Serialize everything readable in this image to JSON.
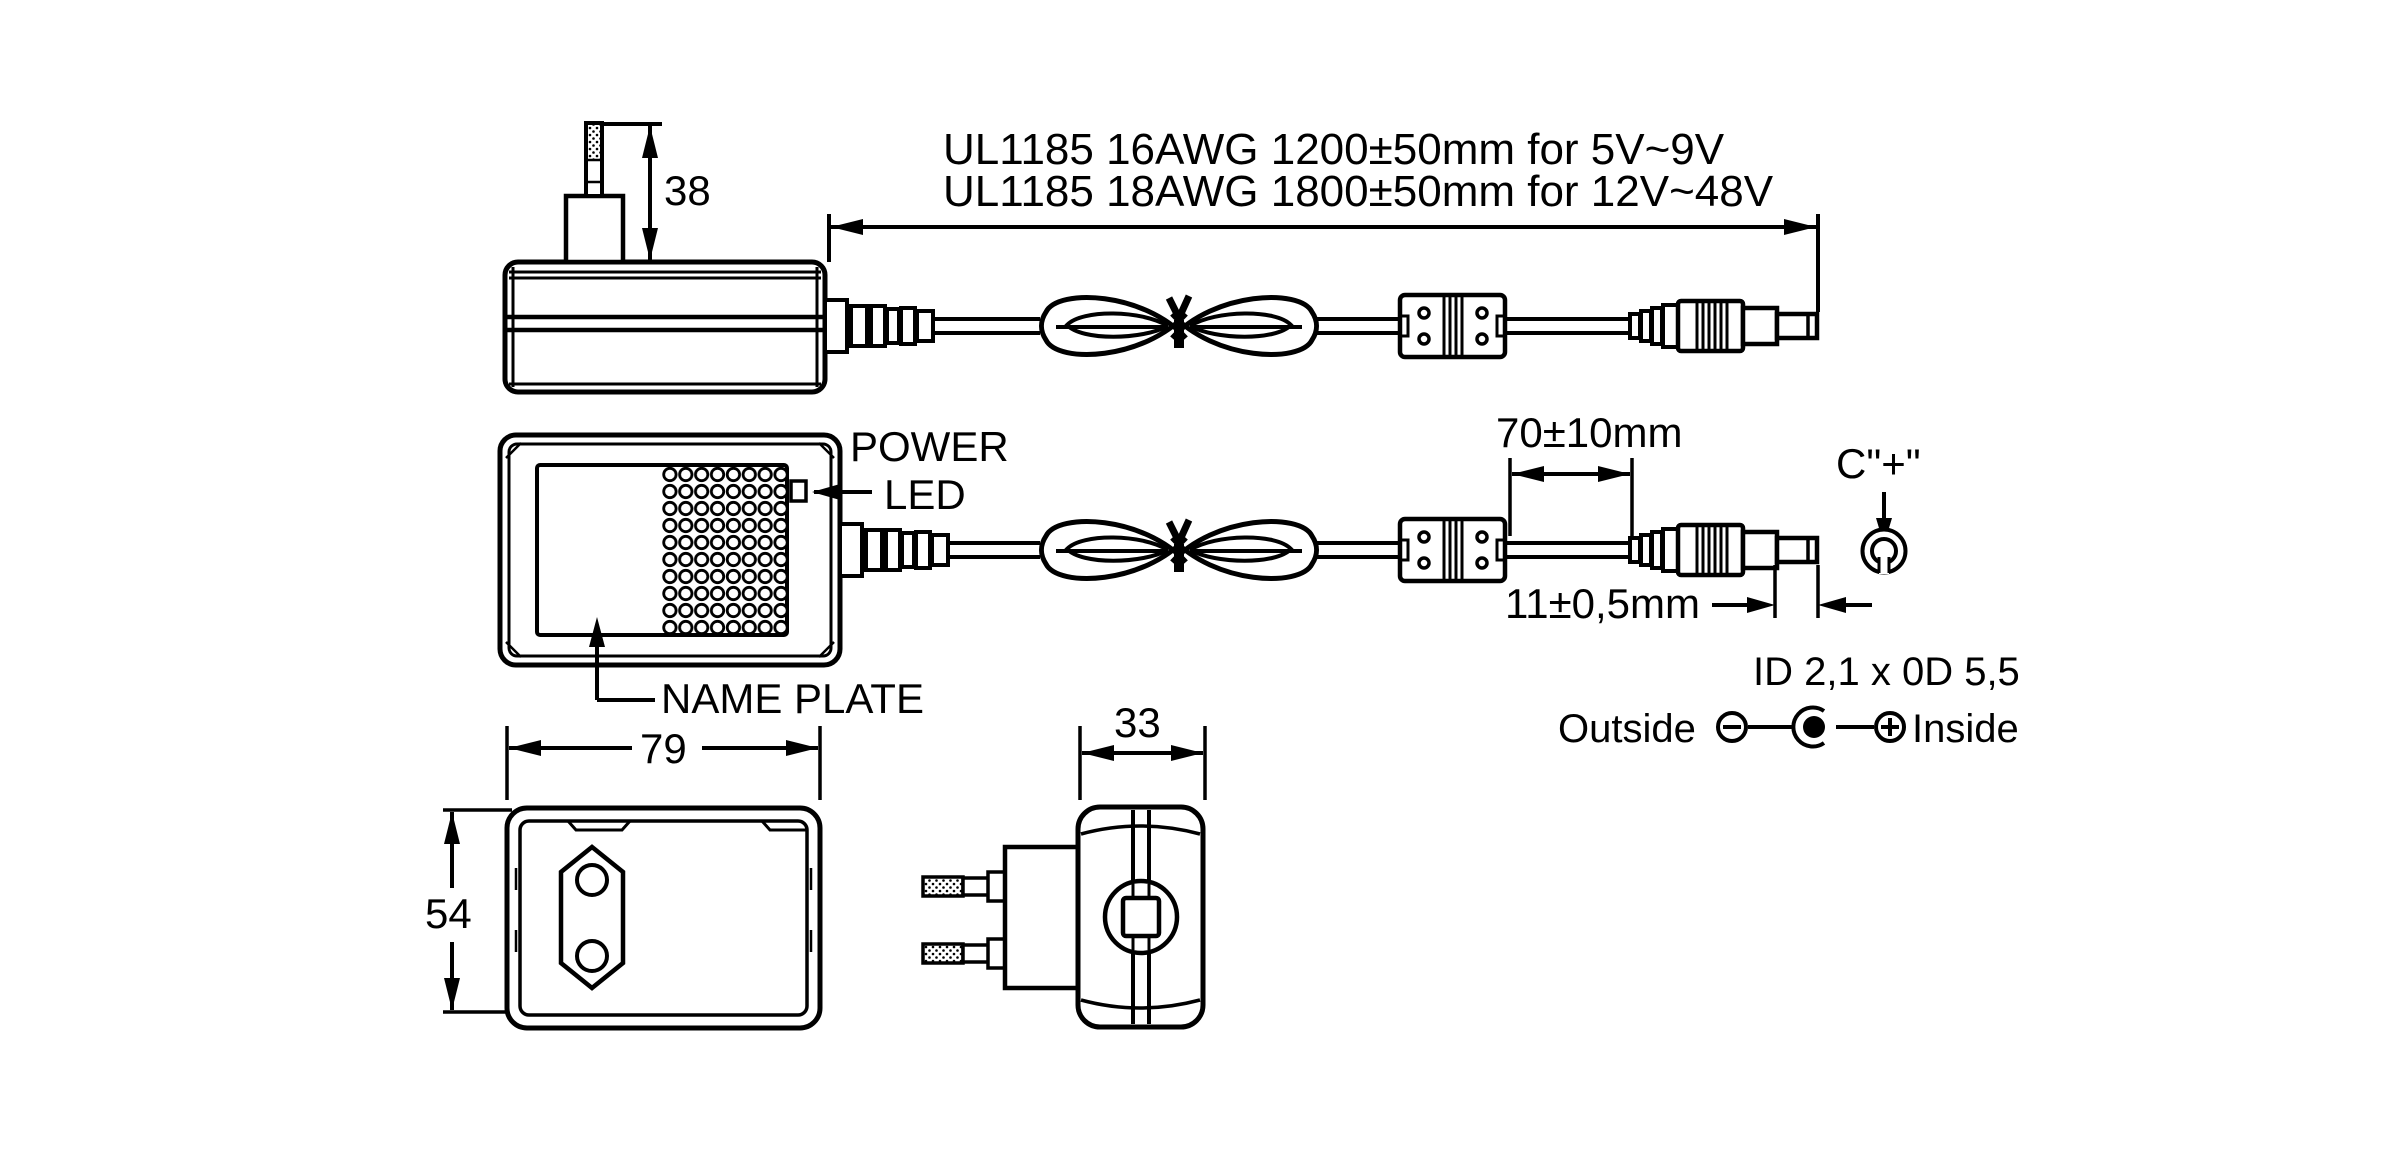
{
  "title": "AC power adapter mechanical drawing",
  "colors": {
    "line": "#000000",
    "background": "#ffffff"
  },
  "labels": {
    "spec_line1": "UL1185 16AWG 1200±50mm for 5V~9V",
    "spec_line2": "UL1185 18AWG 1800±50mm for 12V~48V",
    "pin_height": "38",
    "power": "POWER",
    "led": "LED",
    "name_plate": "NAME PLATE",
    "ferrite_to_plug": "70±10mm",
    "barrel_length": "11±0,5mm",
    "center_positive": "C\"+\"",
    "connector_size": "ID 2,1 x 0D 5,5",
    "outside": "Outside",
    "inside": "Inside",
    "body_width": "79",
    "body_height": "54",
    "body_depth": "33"
  }
}
